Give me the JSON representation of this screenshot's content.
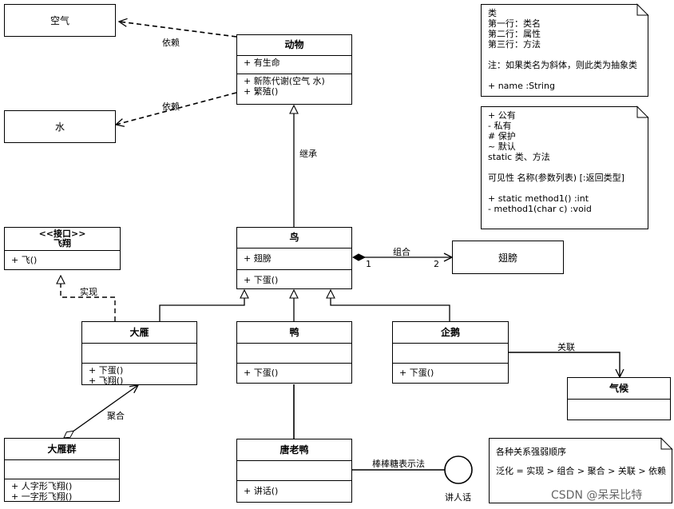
{
  "boxes": {
    "air": "空气",
    "water": "水",
    "wing_part": "翅膀"
  },
  "animal": {
    "name": "动物",
    "attrs": [
      "+ 有生命"
    ],
    "methods": [
      "+ 新陈代谢(空气 水)",
      "+ 繁殖()"
    ]
  },
  "bird": {
    "name": "鸟",
    "attrs": [
      "+ 翅膀"
    ],
    "methods": [
      "+ 下蛋()"
    ]
  },
  "flying_iface": {
    "stereotype": "<<接口>>",
    "name": "飞翔",
    "methods": [
      "+ 飞()"
    ]
  },
  "goose": {
    "name": "大雁",
    "methods": [
      "+ 下蛋()",
      "+ 飞翔()"
    ]
  },
  "duck": {
    "name": "鸭",
    "methods": [
      "+ 下蛋()"
    ]
  },
  "penguin": {
    "name": "企鹅",
    "methods": [
      "+ 下蛋()"
    ]
  },
  "climate": {
    "name": "气候"
  },
  "goose_flock": {
    "name": "大雁群",
    "methods": [
      "+ 人字形飞翔()",
      "+ 一字形飞翔()"
    ]
  },
  "donald": {
    "name": "唐老鸭",
    "methods": [
      "+ 讲话()"
    ]
  },
  "labels": {
    "dep1": "依赖",
    "dep2": "依赖",
    "inherit": "继承",
    "compose": "组合",
    "mult1": "1",
    "mult2": "2",
    "realize": "实现",
    "assoc": "关联",
    "aggregate": "聚合",
    "lollipop": "棒棒糖表示法",
    "speak": "讲人话"
  },
  "note1": {
    "lines": [
      "类",
      "第一行：类名",
      "第二行：属性",
      "第三行：方法",
      "",
      "注：如果类名为斜体，则此类为抽象类",
      "",
      "+ name :String"
    ]
  },
  "note2": {
    "lines": [
      "+ 公有",
      "- 私有",
      "# 保护",
      "~ 默认",
      "static 类、方法",
      "",
      "可见性 名称(参数列表) [:返回类型]",
      "",
      "+ static method1() :int",
      "- method1(char c) :void"
    ]
  },
  "note3": {
    "title": "各种关系强弱顺序",
    "order": "泛化 = 实现 > 组合 > 聚合 > 关联 > 依赖"
  },
  "watermark": "CSDN @呆呆比特"
}
